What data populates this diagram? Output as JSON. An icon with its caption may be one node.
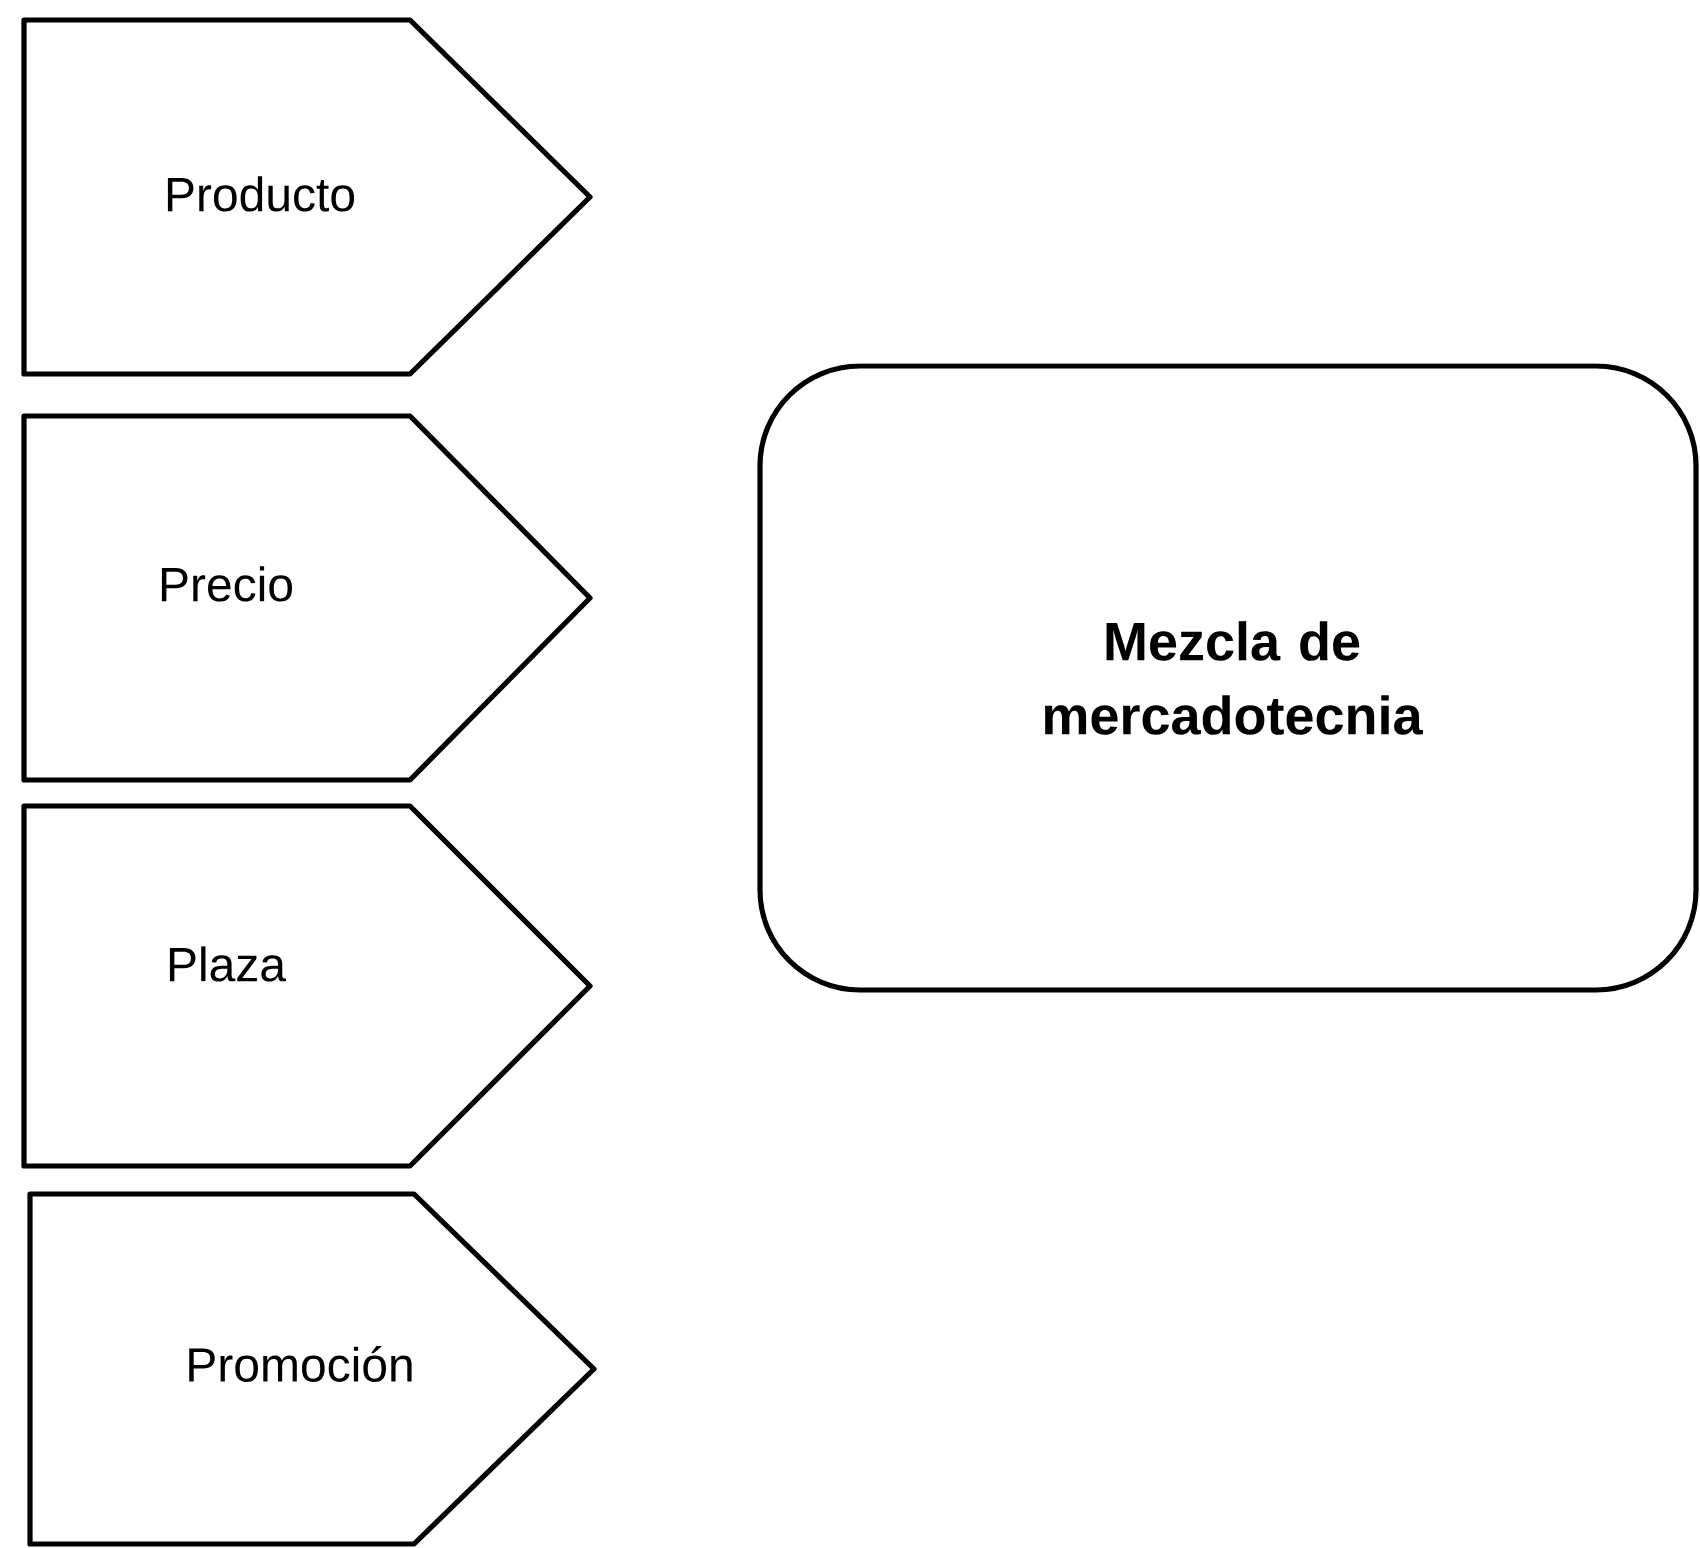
{
  "diagram": {
    "nodes": [
      {
        "text": [
          "Producto"
        ]
      },
      {
        "text": [
          "Precio"
        ]
      },
      {
        "text": [
          "Plaza"
        ]
      },
      {
        "text": [
          "Promoción"
        ]
      },
      {
        "text": [
          "Mezcla de mercadotecnia"
        ]
      }
    ]
  }
}
